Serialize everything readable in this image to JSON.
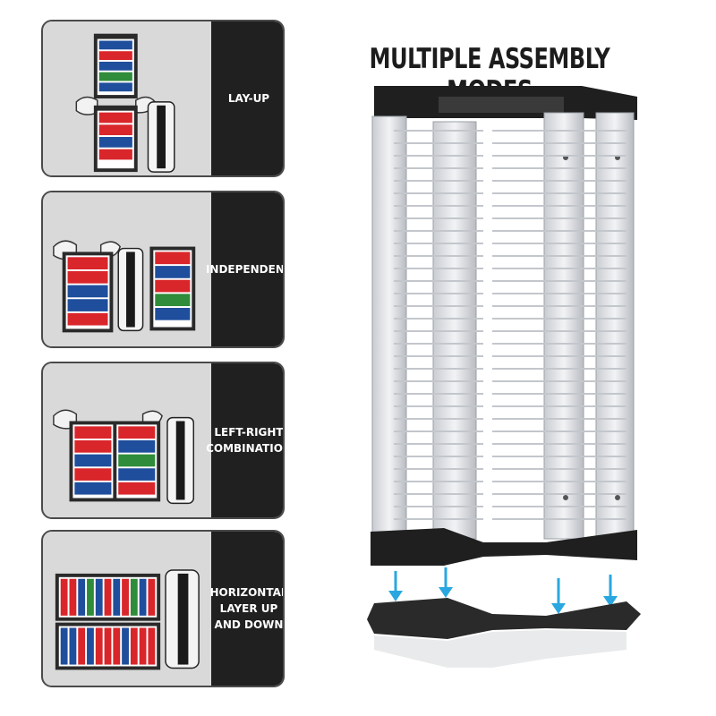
{
  "headline": "MULTIPLE ASSEMBLY MODES",
  "modes": [
    {
      "label": "LAY-UP"
    },
    {
      "label": "INDEPENDENT"
    },
    {
      "label": "LEFT-RIGHT\nCOMBINATION"
    },
    {
      "label": "HORIZONTAL\nLAYER UP\nAND DOWN"
    }
  ],
  "colors": {
    "frame": "#1f1f1f",
    "panel": "#d9d9d9",
    "rail": "#e8eaec",
    "arrow": "#2aa7e0",
    "game_red": "#d9262b",
    "game_blue": "#1f4e9c",
    "game_green": "#2f8c3a"
  }
}
